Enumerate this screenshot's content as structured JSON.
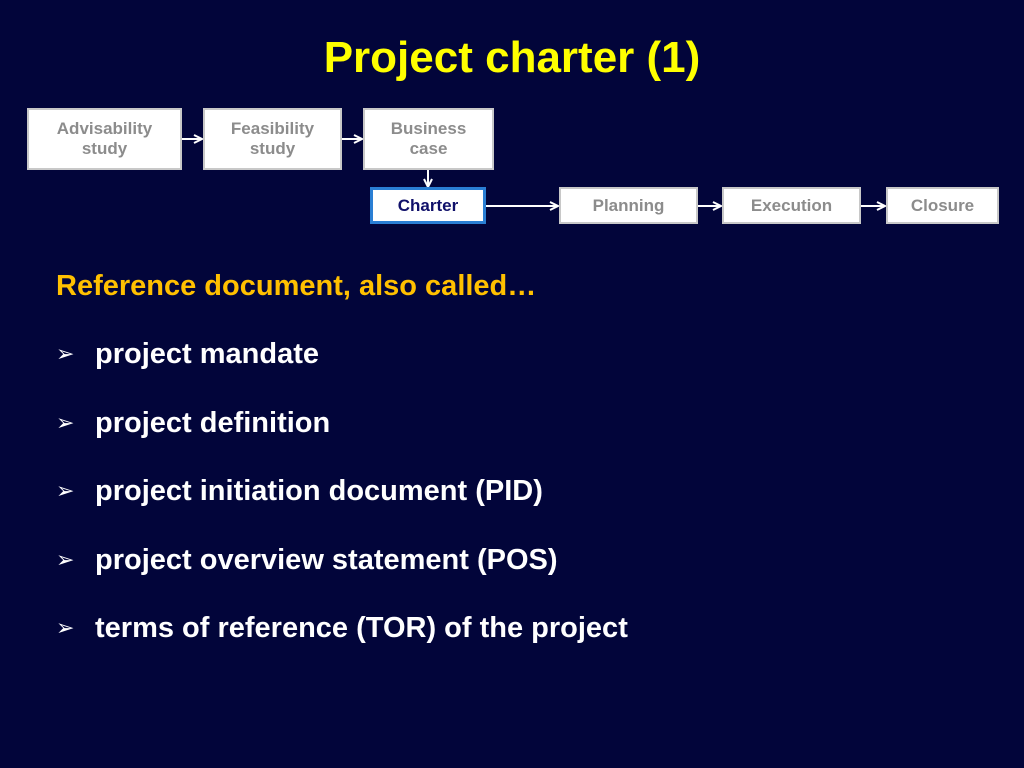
{
  "slide": {
    "title": "Project charter (1)",
    "background_color": "#02053a",
    "title_color": "#ffff00",
    "subheading_color": "#ffc000",
    "text_color": "#ffffff"
  },
  "flow": {
    "box_text_color": "#8c8c8c",
    "current_text_color": "#10106a",
    "current_border_color": "#2a7fd4",
    "arrow_color": "#ffffff",
    "top_row": [
      "Advisability study",
      "Feasibility study",
      "Business case"
    ],
    "bottom_row": [
      "Charter",
      "Planning",
      "Execution",
      "Closure"
    ]
  },
  "content": {
    "subheading": "Reference document, also called…",
    "bullet_icon": "arrowhead-bullet-icon",
    "bullet_glyph": "➢",
    "items": [
      "project mandate",
      "project definition",
      "project initiation document (PID)",
      "project overview statement (POS)",
      "terms of reference (TOR) of the project"
    ]
  }
}
